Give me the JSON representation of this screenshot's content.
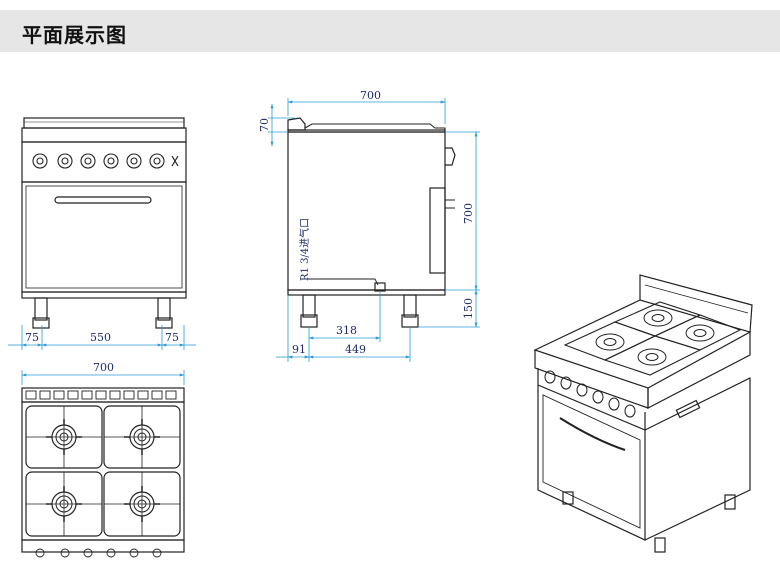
{
  "header": {
    "title": "平面展示图"
  },
  "colors": {
    "dimension": "#2a9bd6",
    "dimension_text": "#1e2b6b",
    "line": "#222222"
  },
  "front_view": {
    "dims": [
      "75",
      "550",
      "75"
    ]
  },
  "top_view": {
    "dims": [
      "700"
    ]
  },
  "side_view": {
    "dims": [
      "700",
      "70",
      "700",
      "150",
      "318",
      "91",
      "449"
    ],
    "gas_inlet": "R1 3/4进气口"
  }
}
